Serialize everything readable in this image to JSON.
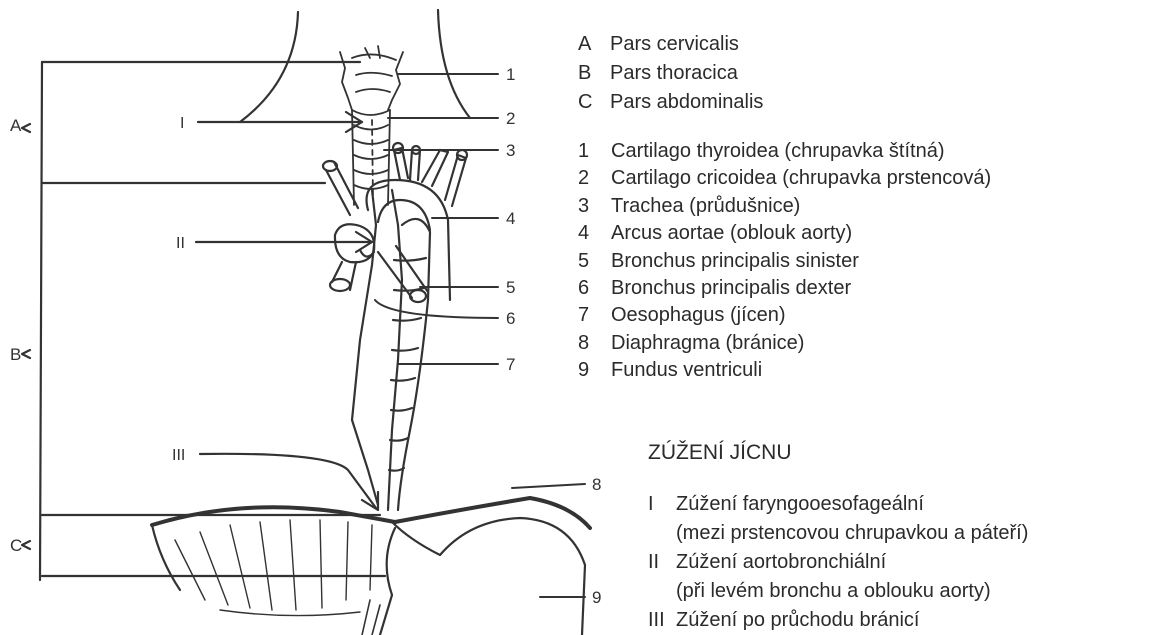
{
  "sections": [
    {
      "key": "A",
      "text": "Pars cervicalis"
    },
    {
      "key": "B",
      "text": "Pars thoracica"
    },
    {
      "key": "C",
      "text": "Pars abdominalis"
    }
  ],
  "structures": [
    {
      "key": "1",
      "text": "Cartilago thyroidea (chrupavka štítná)"
    },
    {
      "key": "2",
      "text": "Cartilago cricoidea (chrupavka prstencová)"
    },
    {
      "key": "3",
      "text": "Trachea (průdušnice)"
    },
    {
      "key": "4",
      "text": "Arcus aortae (oblouk aorty)"
    },
    {
      "key": "5",
      "text": "Bronchus principalis sinister"
    },
    {
      "key": "6",
      "text": "Bronchus principalis dexter"
    },
    {
      "key": "7",
      "text": "Oesophagus (jícen)"
    },
    {
      "key": "8",
      "text": "Diaphragma (bránice)"
    },
    {
      "key": "9",
      "text": "Fundus ventriculi"
    }
  ],
  "narrowings_title": "ZÚŽENÍ JÍCNU",
  "narrowings": [
    {
      "key": "I",
      "text": "Zúžení faryngooesofageální",
      "sub": "(mezi prstencovou chrupavkou a páteří)"
    },
    {
      "key": "II",
      "text": "Zúžení aortobronchiální",
      "sub": "(při levém bronchu a oblouku aorty)"
    },
    {
      "key": "III",
      "text": "Zúžení po průchodu bránicí",
      "sub": ""
    }
  ],
  "diagram_labels": {
    "section_a": "A",
    "section_b": "B",
    "section_c": "C",
    "n1": "1",
    "n2": "2",
    "n3": "3",
    "n4": "4",
    "n5": "5",
    "n6": "6",
    "n7": "7",
    "n8": "8",
    "n9": "9",
    "r1": "I",
    "r2": "II",
    "r3": "III"
  },
  "colors": {
    "ink": "#333333",
    "background": "#ffffff"
  }
}
